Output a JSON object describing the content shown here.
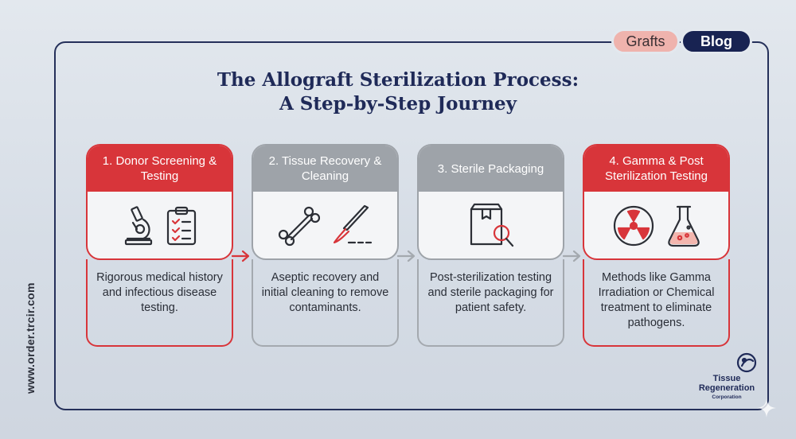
{
  "tags": {
    "grafts": "Grafts",
    "blog": "Blog"
  },
  "title": {
    "line1": "The Allograft Sterilization Process:",
    "line2": "A Step-by-Step Journey"
  },
  "side_url": "www.order.trcir.com",
  "steps": [
    {
      "title": "1. Donor Screening & Testing",
      "desc": "Rigorous medical history and infectious disease testing.",
      "theme": "red",
      "icons": [
        "microscope-icon",
        "clipboard-icon"
      ]
    },
    {
      "title": "2. Tissue Recovery & Cleaning",
      "desc": "Aseptic recovery and initial cleaning to remove contaminants.",
      "theme": "gray",
      "icons": [
        "bone-icon",
        "scalpel-icon"
      ]
    },
    {
      "title": "3. Sterile Packaging",
      "desc": "Post-sterilization testing and sterile packaging for patient safety.",
      "theme": "gray",
      "icons": [
        "package-search-icon"
      ]
    },
    {
      "title": "4. Gamma & Post Sterilization Testing",
      "desc": "Methods like Gamma Irradiation or Chemical treatment to eliminate pathogens.",
      "theme": "red",
      "icons": [
        "radiation-icon",
        "flask-icon"
      ]
    }
  ],
  "logo": {
    "line1": "Tissue",
    "line2": "Regeneration",
    "line3": "Corporation"
  },
  "colors": {
    "accent_red": "#d8353a",
    "step_gray": "#9ea3a9",
    "navy": "#1f2a58",
    "tag_pink": "#efb3ad"
  }
}
